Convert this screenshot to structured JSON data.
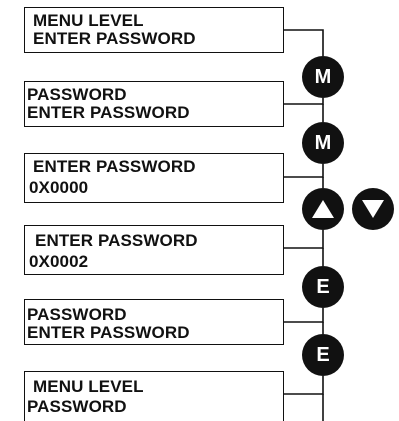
{
  "screens": [
    {
      "line1": "MENU LEVEL",
      "line2": "ENTER PASSWORD"
    },
    {
      "line1": "PASSWORD",
      "line2": "ENTER PASSWORD"
    },
    {
      "line1": "ENTER PASSWORD",
      "line2": "0X0000"
    },
    {
      "line1": "ENTER PASSWORD",
      "line2": "0X0002"
    },
    {
      "line1": "PASSWORD",
      "line2": "ENTER PASSWORD"
    },
    {
      "line1": "MENU LEVEL",
      "line2": "PASSWORD"
    }
  ],
  "keys": {
    "m1": "M",
    "m2": "M",
    "up": "up-triangle-icon",
    "down": "down-triangle-icon",
    "e1": "E",
    "e2": "E"
  },
  "colors": {
    "ink": "#111111",
    "background": "#ffffff"
  }
}
